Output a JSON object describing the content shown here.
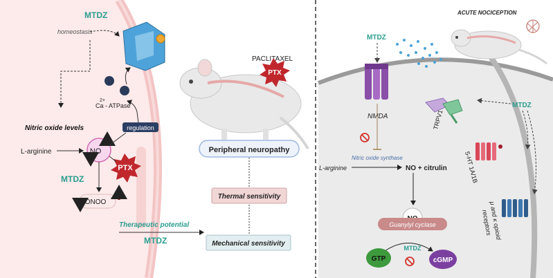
{
  "left": {
    "mtdz_top": "MTDZ",
    "homeostasis": "homeostasis",
    "ca_atpase_sup": "2+",
    "ca_atpase": "Ca  - ATPase",
    "regulation": "regulation",
    "nitric_oxide_levels": "Nitric oxide levels",
    "l_arginine": "L-arginine",
    "no": "NO",
    "ptx": "PTX",
    "mtdz_mid": "MTDZ",
    "onoo": "ONOO",
    "therapeutic_potential": "Therapeutic potential",
    "mtdz_bottom": "MTDZ"
  },
  "center": {
    "paclitaxel": "PACLITAXEL",
    "ptx": "PTX",
    "peripheral_neuropathy": "Peripheral neuropathy",
    "thermal_sensitivity": "Thermal sensitivity",
    "mechanical_sensitivity": "Mechanical sensitivity"
  },
  "right": {
    "acute_nociception": "ACUTE NOCICEPTION",
    "mtdz_top": "MTDZ",
    "nmda": "NMDA",
    "nitric_oxide_synthase": "Nitric oxide synthase",
    "l_arginine": "L-arginine",
    "no_citrulin": "NO  + citrulin",
    "no": "NO",
    "guanylyl_cyclase": "Guanylyl cyclase",
    "mtdz_bottom": "MTDZ",
    "gtp": "GTP",
    "cgmp": "cGMP",
    "trpv1": "TRPV1",
    "mtdz_right": "MTDZ",
    "ht": "5-HT 1A/1B",
    "opioid_line1": "μ and κ opioid",
    "opioid_line2": "receptors"
  },
  "colors": {
    "teal": "#2a9d8f",
    "pink_bg": "#fdeaea",
    "membrane": "#f3c4c4",
    "cell_gray": "#ebebeb",
    "ptx_red": "#c0272d",
    "dark_navy": "#2c3e63",
    "green": "#3d9a3d",
    "purple": "#7b3fa0"
  },
  "icons": [
    "ca-atpase-pump-icon",
    "calcium-ion-icon",
    "ptx-star-icon",
    "mouse-icon",
    "nmda-channel-icon",
    "trpv1-receptor-icon",
    "ht-receptor-icon",
    "opioid-receptor-icon",
    "inhibition-icon",
    "neuron-icon"
  ]
}
